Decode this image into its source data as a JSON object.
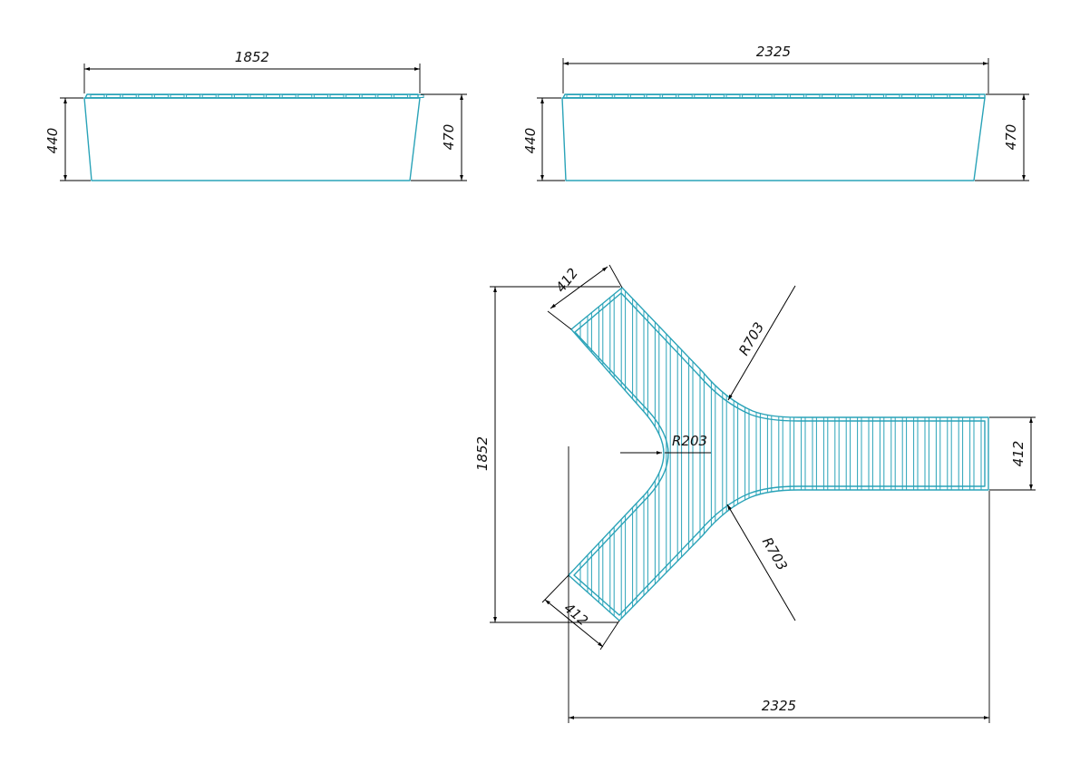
{
  "colors": {
    "part": "#2aa3b8",
    "dimension": "#000000",
    "background": "#ffffff"
  },
  "front_view": {
    "width_label": "1852",
    "height_left_label": "440",
    "height_right_label": "470"
  },
  "side_view": {
    "width_label": "2325",
    "height_left_label": "440",
    "height_right_label": "470"
  },
  "plan_view": {
    "arm_width_top": "412",
    "arm_width_bottom": "412",
    "arm_width_right": "412",
    "overall_height": "1852",
    "overall_width": "2325",
    "radius_top": "R703",
    "radius_bottom": "R703",
    "radius_inner": "R203"
  }
}
